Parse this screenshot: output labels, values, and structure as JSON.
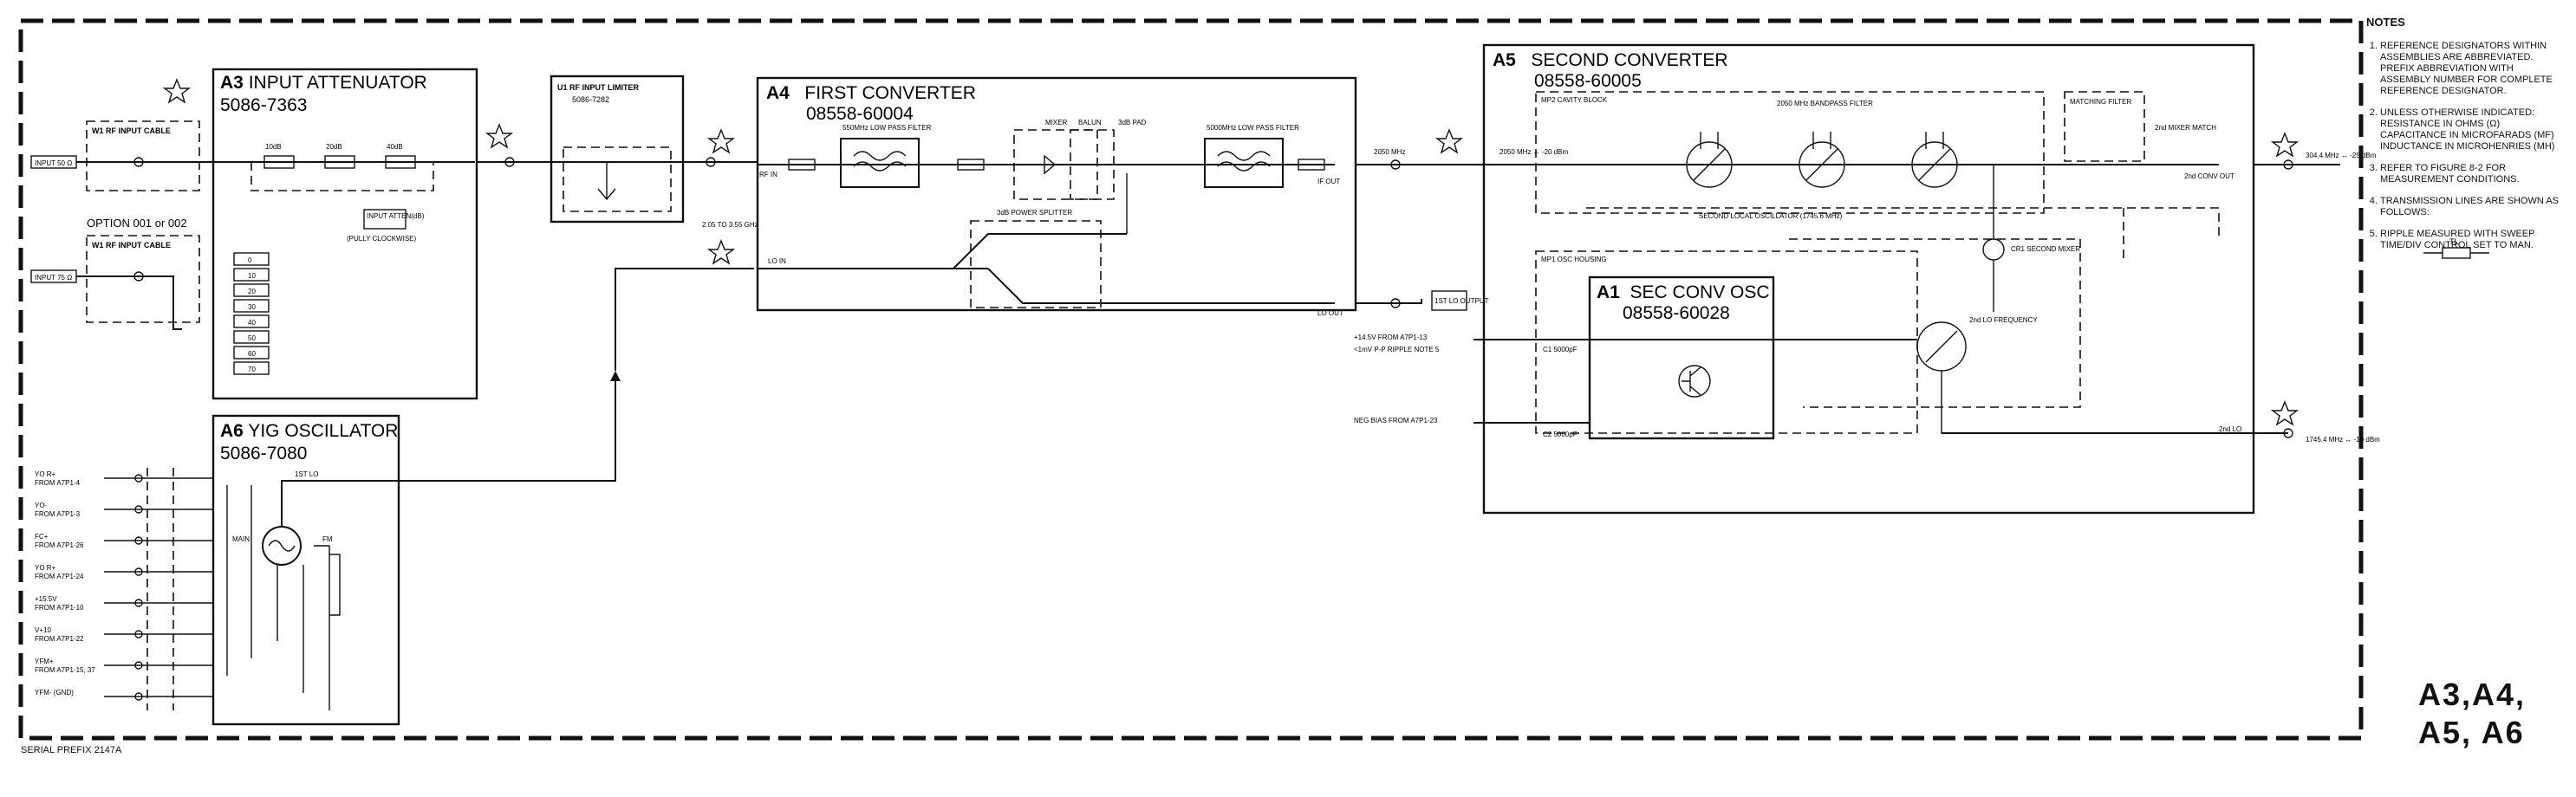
{
  "assemblies": {
    "a3": {
      "ref": "A3",
      "title": "INPUT ATTENUATOR",
      "part": "5086-7363"
    },
    "a4": {
      "ref": "A4",
      "title": "FIRST CONVERTER",
      "part": "08558-60004"
    },
    "a5": {
      "ref": "A5",
      "title": "SECOND CONVERTER",
      "part": "08558-60005"
    },
    "a6": {
      "ref": "A6",
      "title": "YIG OSCILLATOR",
      "part": "5086-7080"
    },
    "a1": {
      "ref": "A1",
      "title": "SEC CONV OSC",
      "part": "08558-60028"
    },
    "u1": {
      "title": "U1 RF INPUT LIMITER",
      "part": "5086-7282"
    }
  },
  "cables": {
    "w1_top": "W1 RF INPUT CABLE",
    "option": "OPTION 001 or 002",
    "w1_bottom": "W1 RF INPUT CABLE"
  },
  "inputs": {
    "rf_50": "INPUT 50 Ω",
    "rf_75": "INPUT 75 Ω"
  },
  "attenuator": {
    "pads": [
      "10dB",
      "20dB",
      "40dB"
    ],
    "steps": [
      "0",
      "10",
      "20",
      "30",
      "40",
      "50",
      "60",
      "70"
    ],
    "knob": "INPUT ATTEN(dB)",
    "knob_note": "(PULLY CLOCKWISE)"
  },
  "a4_labels": {
    "lpf1": "550MHz LOW PASS FILTER",
    "lpf2": "5000MHz LOW PASS FILTER",
    "mixer": "MIXER",
    "balun": "BALUN",
    "pad": "3dB PAD",
    "splitter": "3dB POWER SPLITTER",
    "lo_in": "LO IN",
    "if_out": "IF OUT",
    "lo_out": "LO OUT",
    "rf_in": "RF IN",
    "freq_lo": "2.05 TO 3.55 GHz",
    "freq_if": "2050 MHz"
  },
  "a5_labels": {
    "cavity": "MP2 CAVITY BLOCK",
    "bandpass": "2050 MHz BANDPASS FILTER",
    "second_lo": "SECOND LOCAL OSCILLATOR (1745.6 MHz)",
    "osc_housing": "MP1 OSC HOUSING",
    "second_mixer": "CR1 SECOND MIXER",
    "matching": "MATCHING FILTER",
    "mixer_match": "2nd MIXER MATCH",
    "lo_freq": "2nd LO FREQUENCY",
    "if_out": "2nd CONV OUT",
    "lo_out": "2nd LO",
    "in_freq": "2050 MHz ↔ -20 dBm",
    "out_freq": "304.4 MHz ↔ -25 dBm",
    "lo_out_freq": "1745.4 MHz ↔ -10 dBm"
  },
  "bias": {
    "plus": "+14.5V FROM A7P1-13",
    "ripple": "<1mV P-P RIPPLE NOTE 5",
    "neg": "NEG BIAS FROM A7P1-23",
    "c1": "C1 5000pF",
    "c2": "C2 5000pF",
    "ist_lo": "1ST LO OUTPUT"
  },
  "yig": {
    "inputs": [
      "YO R+ FROM A7P1-4",
      "YO- FROM A7P1-3",
      "FC+ FROM A7P1-26",
      "YO R+ FROM A7P1-24",
      "+15.5V FROM A7P1-10",
      "V+10 FROM A7P1-22",
      "YFM+ FROM A7P1-15, 37",
      "YFM- (GND)"
    ],
    "main": "MAIN",
    "fm": "FM",
    "lo": "1ST LO"
  },
  "notes": {
    "heading": "NOTES",
    "items": [
      "REFERENCE DESIGNATORS WITHIN ASSEMBLIES ARE ABBREVIATED. PREFIX ABBREVIATION WITH ASSEMBLY NUMBER FOR COMPLETE REFERENCE DESIGNATOR.",
      "UNLESS OTHERWISE INDICATED: RESISTANCE IN OHMS (Ω) CAPACITANCE IN MICROFARADS (μF) INDUCTANCE IN MICROHENRIES (μH)",
      "REFER TO FIGURE 8-2 FOR MEASUREMENT CONDITIONS.",
      "TRANSMISSION LINES ARE SHOWN AS FOLLOWS:",
      "RIPPLE MEASURED WITH SWEEP TIME/DIV CONTROL SET TO MAN."
    ],
    "tl": "TL"
  },
  "corner": {
    "line1": "A3,A4,",
    "line2": "A5, A6"
  },
  "serial": "SERIAL PREFIX 2147A"
}
